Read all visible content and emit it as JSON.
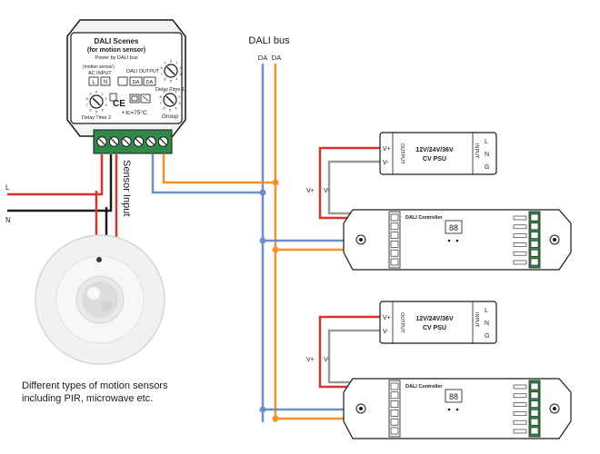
{
  "dali_module": {
    "title": "DALI Scenes",
    "subtitle": "(for motion sensor)",
    "power_note": "Power by DALI bus",
    "sensor_note": "(motion sensor)",
    "ac_input_label": "AC INPUT",
    "dali_output_label": "DALI OUTPUT",
    "terminals": [
      "L",
      "N",
      "DA",
      "DA"
    ],
    "delay_time_1": "Delay Time 1",
    "delay_time_2": "Delay Time 2",
    "group_label": "Group",
    "temp_rating": "• tc=75°C",
    "ce_mark": "CE",
    "dial_numbers": [
      "0",
      "1",
      "2",
      "3",
      "4",
      "5",
      "6",
      "7",
      "8",
      "9"
    ]
  },
  "bus": {
    "label": "DALI bus",
    "da_labels": [
      "DA",
      "DA"
    ]
  },
  "wires": {
    "L": "L",
    "N": "N",
    "sensor_input": "Sensor Input",
    "colors": {
      "da_blue": "#6e8fc7",
      "da_orange": "#f0922e",
      "live_red": "#d9332b",
      "neutral_black": "#1a1a1a",
      "v_minus_grey": "#9a9a9a",
      "terminal_green": "#2f8a4a"
    }
  },
  "psu": {
    "title": "12V/24V/36V",
    "subtitle": "CV PSU",
    "output_label": "OUTPUT",
    "input_label": "INPUT",
    "v_plus": "V+",
    "v_minus": "V-",
    "terminals": [
      "L",
      "N",
      "G"
    ]
  },
  "controller": {
    "title": "DALI Controller",
    "display": "88",
    "v_plus": "V+",
    "v_minus": "V-"
  },
  "caption": {
    "line1": "Different types of motion sensors",
    "line2": "including PIR, microwave etc."
  }
}
